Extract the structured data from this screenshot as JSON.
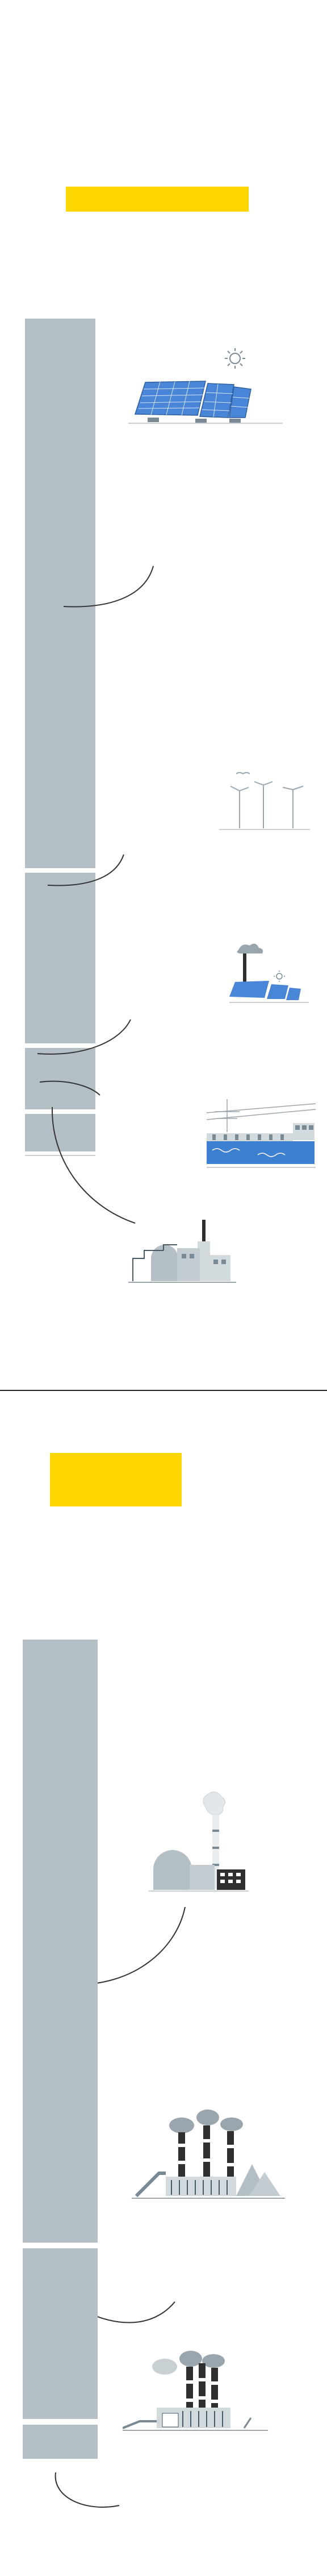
{
  "colors": {
    "highlight": "#ffd700",
    "bar": "#b4bfc5",
    "panel": "#4a86d8",
    "panel_line": "#d8e6f7",
    "ink": "#7a8a94",
    "dark": "#2f2f2f",
    "water": "#3d7fd1"
  },
  "sections": [
    {
      "bars": [
        {
          "share": 0.628
        },
        {
          "share": 0.196
        },
        {
          "share": 0.073
        },
        {
          "share": 0.042
        }
      ],
      "illustrations": [
        {
          "icon": "solar-panels-icon"
        },
        {
          "icon": "wind-turbines-icon"
        },
        {
          "icon": "solar-power-plant-icon"
        },
        {
          "icon": "hydro-dam-icon"
        },
        {
          "icon": "biomass-plant-icon"
        }
      ]
    },
    {
      "bars": [
        {
          "share": 0.736
        },
        {
          "share": 0.211
        },
        {
          "share": 0.053
        }
      ],
      "illustrations": [
        {
          "icon": "nuclear-plant-icon"
        },
        {
          "icon": "coal-power-plant-icon"
        },
        {
          "icon": "gas-power-plant-icon"
        }
      ]
    }
  ]
}
